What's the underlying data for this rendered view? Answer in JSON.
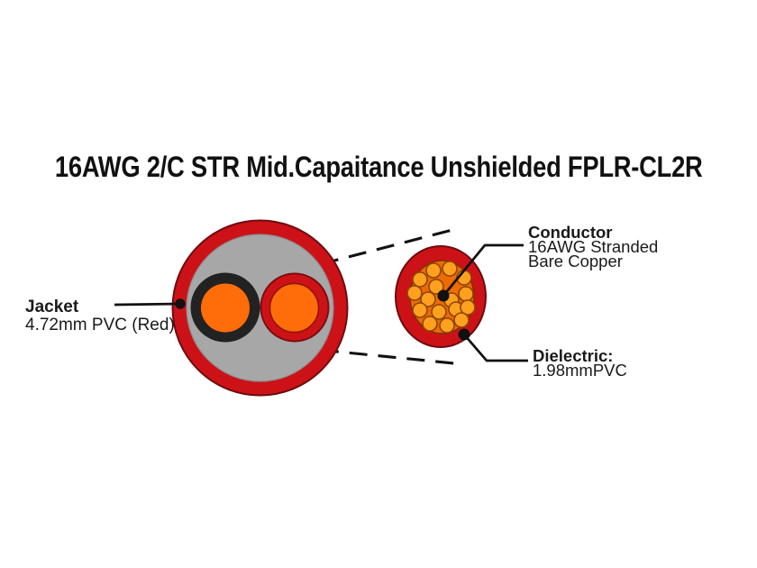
{
  "title": "16AWG 2/C STR Mid.Capaitance Unshielded FPLR-CL2R",
  "labels": {
    "jacket": {
      "heading": "Jacket",
      "detail": "4.72mm PVC (Red)"
    },
    "conductor": {
      "heading": "Conductor",
      "detail_line1": "16AWG Stranded",
      "detail_line2": "Bare Copper"
    },
    "dielectric": {
      "heading": "Dielectric:",
      "detail": "1.98mmPVC"
    }
  },
  "colors": {
    "background": "#ffffff",
    "jacket_red": "#cd1217",
    "outline_dark_red": "#6d0b10",
    "filler_gray": "#a7a7a7",
    "filler_gray_outline": "#8a8a8a",
    "insulation_black": "#222222",
    "conductor_orange": "#ff6d0a",
    "strand_bg_orange": "#ee6a02",
    "strand_orange": "#ffa01e",
    "strand_outline": "#8a4500",
    "line_black": "#111111",
    "text": "#1a1a1a"
  }
}
